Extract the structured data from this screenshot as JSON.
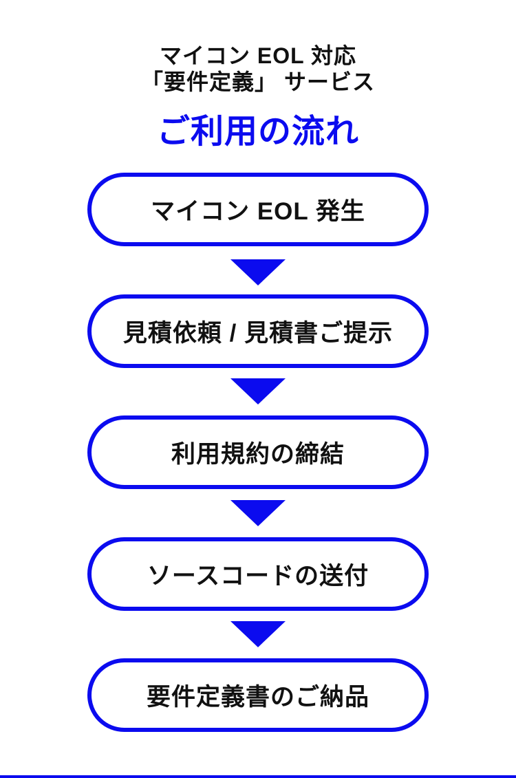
{
  "header": {
    "title_line1": "マイコン EOL 対応",
    "title_line2": "「要件定義」 サービス",
    "flow_heading": "ご利用の流れ"
  },
  "flow": {
    "steps": [
      {
        "label": "マイコン EOL 発生"
      },
      {
        "label": "見積依頼 / 見積書ご提示"
      },
      {
        "label": "利用規約の締結"
      },
      {
        "label": "ソースコードの送付"
      },
      {
        "label": "要件定義書のご納品"
      }
    ],
    "arrow_icon_name": "arrow-down-icon",
    "arrow_glyph": "▼"
  },
  "colors": {
    "accent_blue": "#0b0bef",
    "text_black": "#111111",
    "background": "#ffffff"
  }
}
